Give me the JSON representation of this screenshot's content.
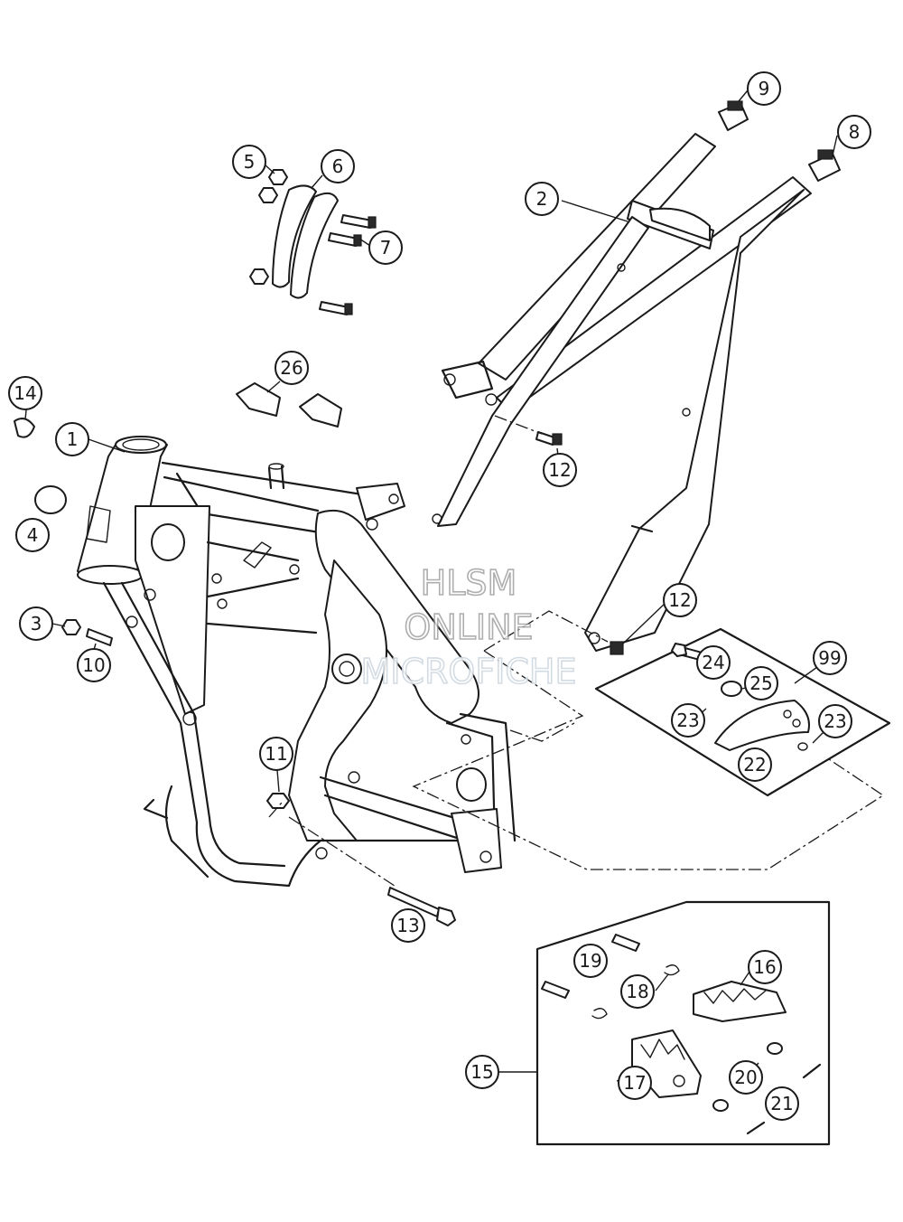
{
  "watermark": {
    "line1": "HLSM",
    "line2": "ONLINE",
    "line3": "MICROFICHE"
  },
  "callouts": [
    {
      "label": "1"
    },
    {
      "label": "2"
    },
    {
      "label": "3"
    },
    {
      "label": "4"
    },
    {
      "label": "5"
    },
    {
      "label": "6"
    },
    {
      "label": "7"
    },
    {
      "label": "8"
    },
    {
      "label": "9"
    },
    {
      "label": "10"
    },
    {
      "label": "11"
    },
    {
      "label": "12"
    },
    {
      "label": "12"
    },
    {
      "label": "13"
    },
    {
      "label": "14"
    },
    {
      "label": "15"
    },
    {
      "label": "16"
    },
    {
      "label": "17"
    },
    {
      "label": "18"
    },
    {
      "label": "19"
    },
    {
      "label": "20"
    },
    {
      "label": "21"
    },
    {
      "label": "22"
    },
    {
      "label": "23"
    },
    {
      "label": "23"
    },
    {
      "label": "24"
    },
    {
      "label": "25"
    },
    {
      "label": "26"
    },
    {
      "label": "99"
    }
  ]
}
